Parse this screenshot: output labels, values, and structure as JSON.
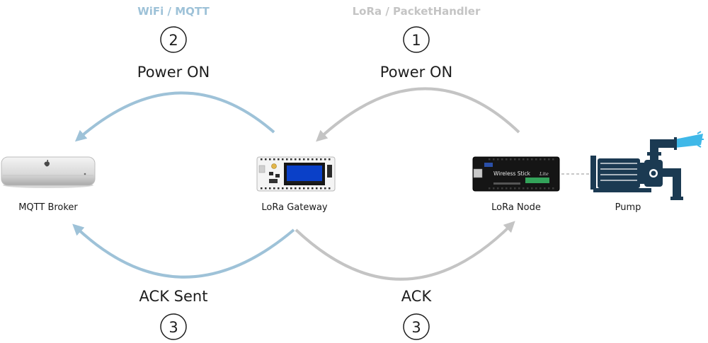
{
  "headers": {
    "wifi_mqtt": "WiFi / MQTT",
    "lora_packethandler": "LoRa / PacketHandler"
  },
  "steps": {
    "power_on_gateway": {
      "number": "2",
      "label": "Power ON"
    },
    "power_on_node": {
      "number": "1",
      "label": "Power ON"
    },
    "ack_sent": {
      "number": "3",
      "label": "ACK Sent"
    },
    "ack": {
      "number": "3",
      "label": "ACK"
    }
  },
  "devices": {
    "broker": "MQTT Broker",
    "gateway": "LoRa Gateway",
    "node": "LoRa Node",
    "pump": "Pump"
  },
  "board": {
    "text": "Wireless Stick",
    "suffix": "Lite"
  },
  "colors": {
    "wifi_blue": "#9ec2d8",
    "lora_gray": "#c4c4c4",
    "pump_navy": "#1b3a52",
    "water": "#3fb8e8"
  }
}
